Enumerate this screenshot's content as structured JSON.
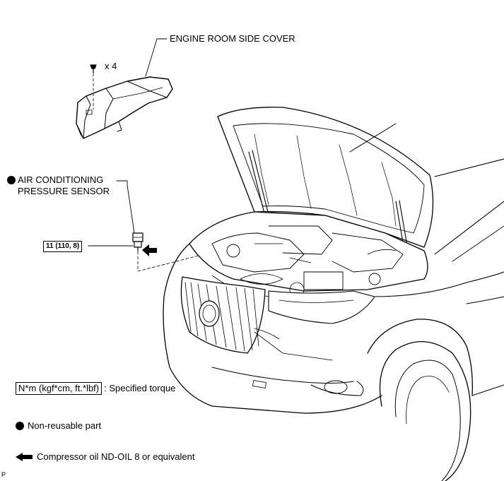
{
  "labels": {
    "side_cover": "ENGINE ROOM SIDE COVER",
    "fastener_count": "x 4",
    "sensor_line1": "AIR CONDITIONING",
    "sensor_line2": "PRESSURE SENSOR",
    "torque": "11 (110, 8)"
  },
  "legend": {
    "torque_box": "N*m (kgf*cm, ft.*lbf)",
    "torque_text": ": Specified torque",
    "nonreusable_text": "Non-reusable part",
    "oil_text": "Compressor oil ND-OIL 8 or equivalent"
  },
  "page_code": "P",
  "icons": {
    "non_reusable": "filled-circle-icon",
    "oil": "left-arrow-icon"
  }
}
